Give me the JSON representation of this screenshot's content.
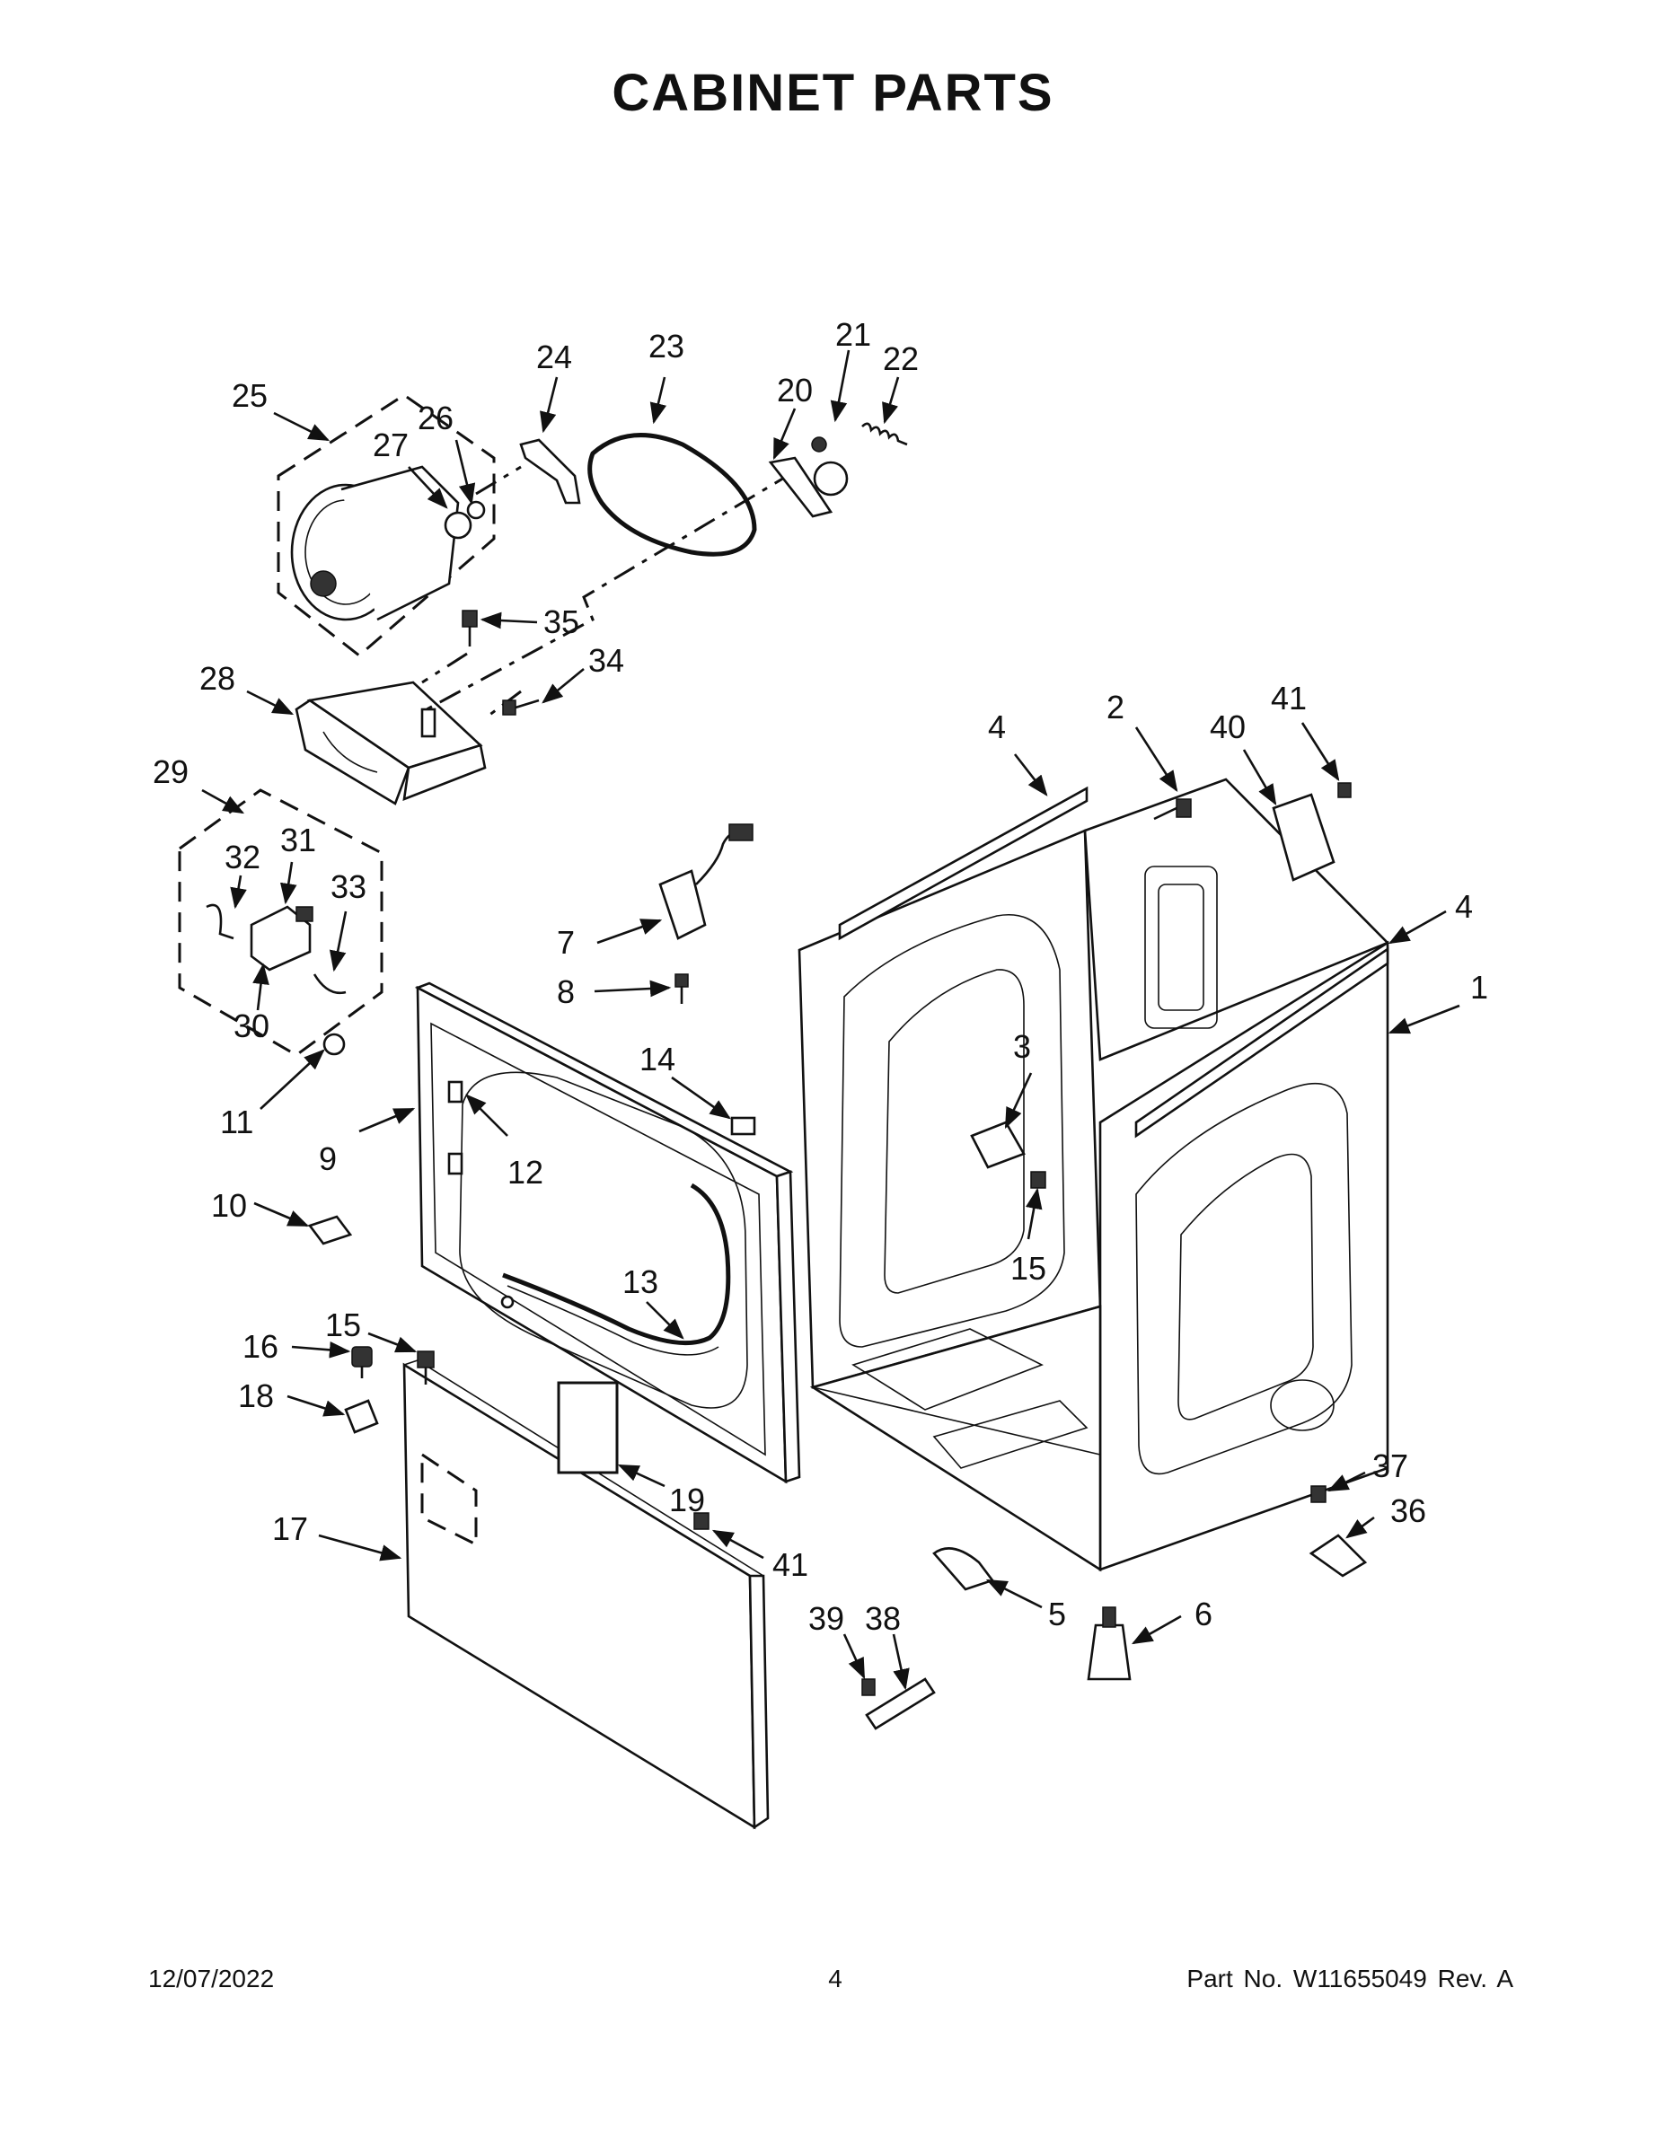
{
  "page": {
    "title": "CABINET PARTS"
  },
  "callouts": {
    "c1": "1",
    "c2": "2",
    "c3": "3",
    "c4a": "4",
    "c4b": "4",
    "c5": "5",
    "c6": "6",
    "c7": "7",
    "c8": "8",
    "c9": "9",
    "c10": "10",
    "c11": "11",
    "c12": "12",
    "c13": "13",
    "c14": "14",
    "c15a": "15",
    "c15b": "15",
    "c16": "16",
    "c17": "17",
    "c18": "18",
    "c19": "19",
    "c20": "20",
    "c21": "21",
    "c22": "22",
    "c23": "23",
    "c24": "24",
    "c25": "25",
    "c26": "26",
    "c27": "27",
    "c28": "28",
    "c29": "29",
    "c30": "30",
    "c31": "31",
    "c32": "32",
    "c33": "33",
    "c34": "34",
    "c35": "35",
    "c36": "36",
    "c37": "37",
    "c38": "38",
    "c39": "39",
    "c40": "40",
    "c41a": "41",
    "c41b": "41"
  },
  "footer": {
    "date": "12/07/2022",
    "page_number": "4",
    "part_number": "Part No.  W11655049  Rev.  A"
  }
}
